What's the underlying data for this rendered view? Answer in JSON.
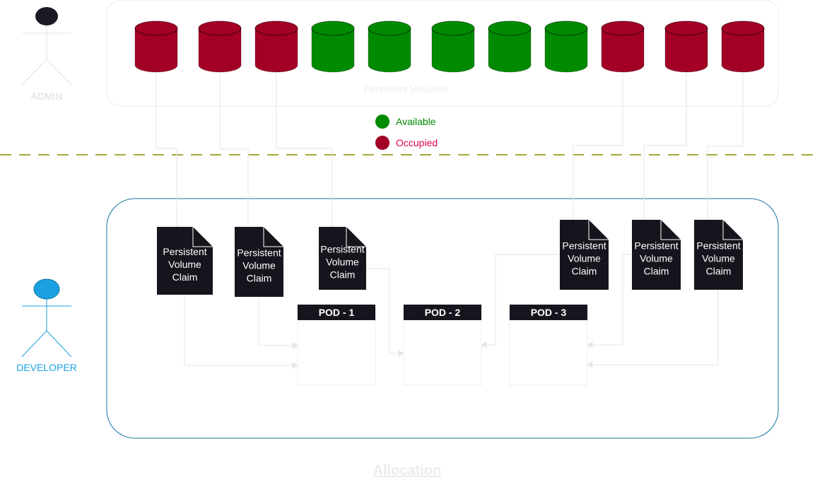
{
  "actors": {
    "admin": {
      "label": "ADMIN",
      "head_color": "#1a1a22",
      "label_color": "#dcdcdc"
    },
    "developer": {
      "label": "DEVELOPER",
      "head_color": "#1ba1e2",
      "label_color": "#1ba1e2"
    }
  },
  "volumes_panel": {
    "label": "Persistent Volumes"
  },
  "volumes": [
    {
      "status": "occupied"
    },
    {
      "status": "occupied"
    },
    {
      "status": "occupied"
    },
    {
      "status": "available"
    },
    {
      "status": "available"
    },
    {
      "status": "available"
    },
    {
      "status": "available"
    },
    {
      "status": "available"
    },
    {
      "status": "occupied"
    },
    {
      "status": "occupied"
    },
    {
      "status": "occupied"
    }
  ],
  "legend": {
    "available": {
      "label": "Available",
      "color": "#008a00",
      "text_color": "#008a00"
    },
    "occupied": {
      "label": "Occupied",
      "color": "#a20025",
      "text_color": "#e0004e"
    }
  },
  "claims": [
    {
      "line1": "Persistent",
      "line2": "Volume",
      "line3": "Claim"
    },
    {
      "line1": "Persistent",
      "line2": "Volume",
      "line3": "Claim"
    },
    {
      "line1": "Persistent",
      "line2": "Volume",
      "line3": "Claim"
    },
    {
      "line1": "Persistent",
      "line2": "Volume",
      "line3": "Claim"
    },
    {
      "line1": "Persistent",
      "line2": "Volume",
      "line3": "Claim"
    },
    {
      "line1": "Persistent",
      "line2": "Volume",
      "line3": "Claim"
    }
  ],
  "pods": [
    {
      "label": "POD - 1"
    },
    {
      "label": "POD - 2"
    },
    {
      "label": "POD - 3"
    }
  ],
  "allocation_label": "Allocation",
  "colors": {
    "divider": "#a8a83a",
    "allocation_border": "#10739e",
    "connector": "#e6e6e6",
    "claim_fill": "#18141d",
    "pod_header": "#18141d"
  }
}
